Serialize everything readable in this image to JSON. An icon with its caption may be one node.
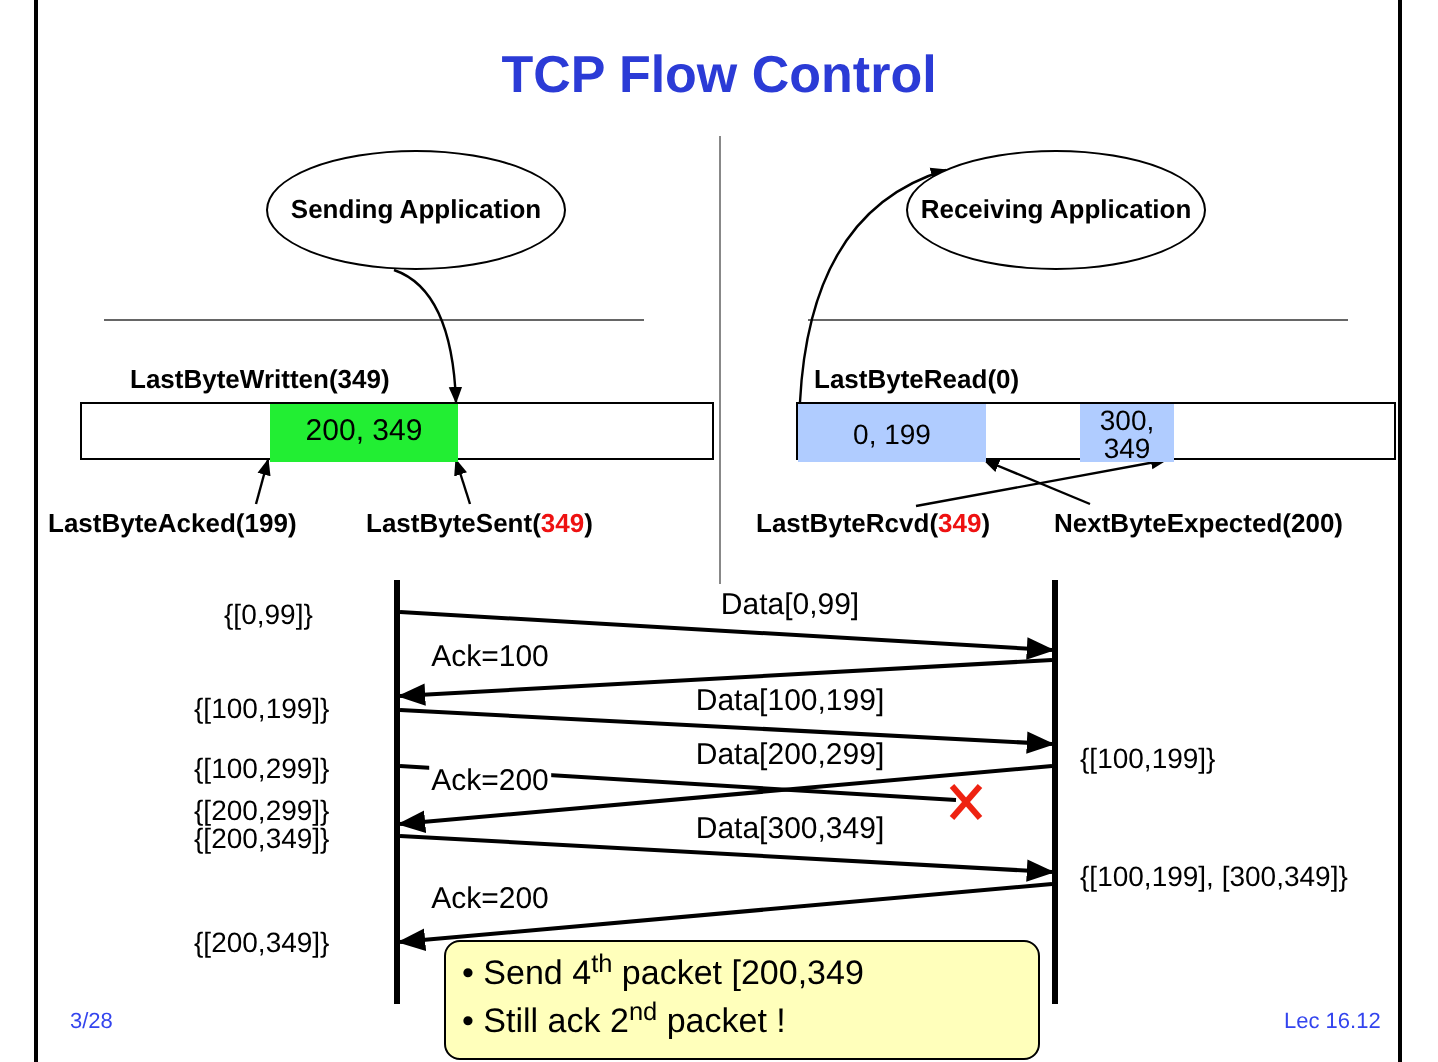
{
  "diagram": {
    "title": "TCP Flow Control",
    "nodes": [
      {
        "text": [
          "Sending Application"
        ]
      },
      {
        "text": [
          "Receiving Application"
        ]
      },
      {
        "text": [],
        "shape": "bar"
      },
      {
        "text": [
          "200, 349"
        ],
        "in": 2
      },
      {
        "text": [],
        "shape": "bar"
      },
      {
        "text": [
          "0, 199"
        ],
        "in": 4
      },
      {
        "text": [
          "300, 349"
        ],
        "in": 4
      },
      {
        "text": [
          "LastByteAcked(199)"
        ]
      },
      {
        "text": [
          "LastByteSent(**349**)"
        ]
      },
      {
        "text": [
          "LastByteRcvd(**349**)"
        ]
      },
      {
        "text": [
          "NextByteExpected(200)"
        ]
      },
      {
        "text": [],
        "shape": "bar"
      },
      {
        "text": [],
        "shape": "bar"
      },
      {
        "text": [
          "• Send 4$^{th}$ packet [200,349",
          "• Still ack 2$^{nd}$ packet !"
        ]
      }
    ],
    "edges": [
      {
        "from": 0,
        "to": 2,
        "arrow": "to"
      },
      {
        "from": 7,
        "to": 3,
        "arrow": "to"
      },
      {
        "from": 8,
        "to": 3,
        "arrow": "to"
      },
      {
        "from": 4,
        "to": 1,
        "arrow": "to"
      },
      {
        "from": 9,
        "to": 6,
        "arrow": "to"
      },
      {
        "from": 10,
        "to": 5,
        "arrow": "to"
      },
      {
        "from": 11,
        "to": 12,
        "arrow": "to",
        "label": "Data[0,99]"
      },
      {
        "from": 12,
        "to": 11,
        "arrow": "to",
        "label": "Ack=100"
      },
      {
        "from": 11,
        "to": 12,
        "arrow": "to",
        "label": "Data[100,199]"
      },
      {
        "from": 11,
        "to": null,
        "arrow": "none",
        "label": "Data[200,299]"
      },
      {
        "from": 12,
        "to": 11,
        "arrow": "to",
        "label": "Ack=200"
      },
      {
        "from": 11,
        "to": 12,
        "arrow": "to",
        "label": "Data[300,349]"
      },
      {
        "from": 12,
        "to": 11,
        "arrow": "to",
        "label": "Ack=200"
      }
    ],
    "labels": [
      "LastByteWritten(349)",
      "LastByteRead(0)",
      "{[0,99]}",
      "{[100,199]}",
      "{[100,299]}",
      "{[100,199]}",
      "{[200,299]}",
      "{[200,349]}",
      "{[100,199], [300,349]}",
      "{[200,349]}",
      "3/28",
      "Lec 16.12"
    ]
  }
}
